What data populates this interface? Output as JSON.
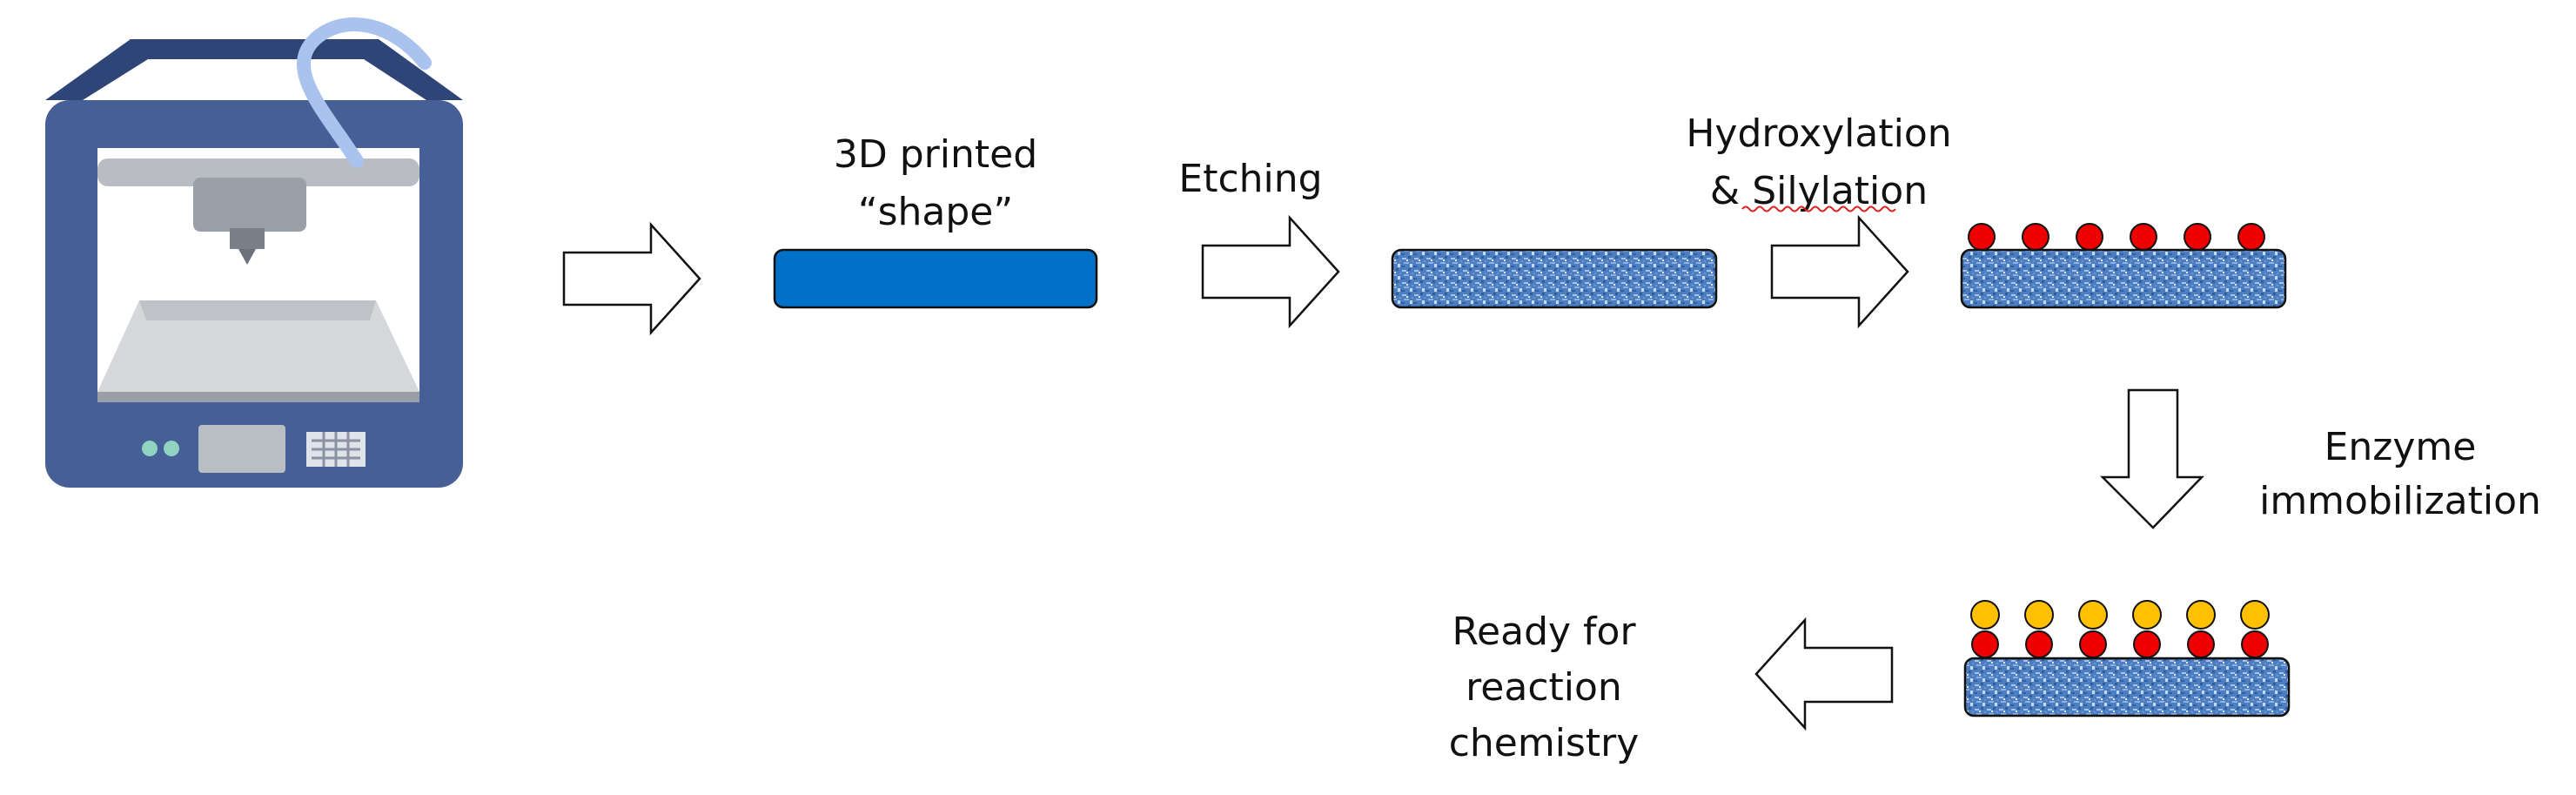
{
  "labels": {
    "printed_shape_line1": "3D printed",
    "printed_shape_line2": "“shape”",
    "etching": "Etching",
    "hydroxylation_line1": "Hydroxylation",
    "hydroxylation_line2": "& Silylation",
    "enzyme_line1": "Enzyme",
    "enzyme_line2": "immobilization",
    "ready_line1": "Ready for",
    "ready_line2": "reaction",
    "ready_line3": "chemistry"
  },
  "counts": {
    "silane_dots": 6,
    "enzyme_dots": 6
  },
  "colors": {
    "printed_bar": "#0070c8",
    "etched_texture_base": "#4d7fc0",
    "silane_dot": "#ee0000",
    "enzyme_dot": "#ffc000",
    "printer_frame": "#465f96",
    "printer_tube": "#a9c2ee"
  },
  "icons": [
    "3d-printer-icon",
    "arrow-right-icon",
    "arrow-down-icon",
    "arrow-left-icon"
  ]
}
